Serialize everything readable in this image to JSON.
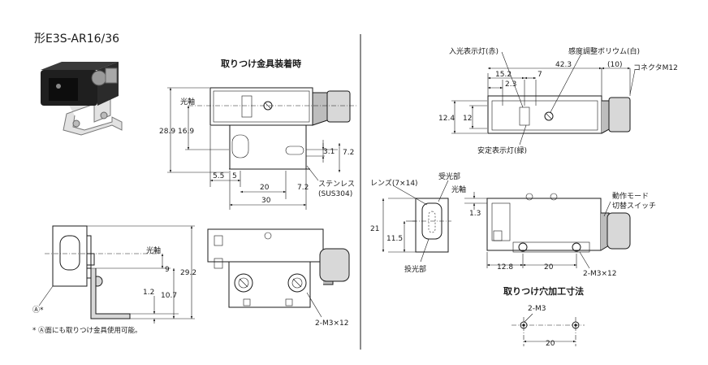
{
  "model_title": "形E3S-AR16/36",
  "headings": {
    "mount_view": "取りつけ金具装着時",
    "hole_view": "取りつけ穴加工寸法"
  },
  "labels": {
    "optical_axis": "光軸",
    "stainless": "ステンレス",
    "sus304": "(SUS304)",
    "bolts": "2-M3×12",
    "incident_light": "入光表示灯(赤)",
    "sensitivity": "感度調整ボリウム(白)",
    "connector": "コネクタM12",
    "stability_light": "安定表示灯(緑)",
    "lens": "レンズ(7×14)",
    "receiver": "受光部",
    "emitter": "投光部",
    "op_mode_1": "動作モード",
    "op_mode_2": "切替スイッチ",
    "tap": "2-M3",
    "face_a": "Ⓐ*",
    "footnote": "* Ⓐ面にも取りつけ金具使用可能。"
  },
  "dims": {
    "d28_9": "28.9",
    "d16_9": "16.9",
    "d3_1": "3.1",
    "d7_2a": "7.2",
    "d7_2b": "7.2",
    "d5_5": "5.5",
    "d5": "5",
    "d20a": "20",
    "d30": "30",
    "d9": "9",
    "d29_2": "29.2",
    "d1_2": "1.2",
    "d10_7": "10.7",
    "d42_3": "42.3",
    "d10p": "(10)",
    "d15_2": "15.2",
    "d7": "7",
    "d2_3": "2.3",
    "d12_4": "12.4",
    "d12": "12",
    "d21": "21",
    "d11_5": "11.5",
    "d1_3": "1.3",
    "d12_8": "12.8",
    "d20b": "20",
    "d20c": "20"
  }
}
